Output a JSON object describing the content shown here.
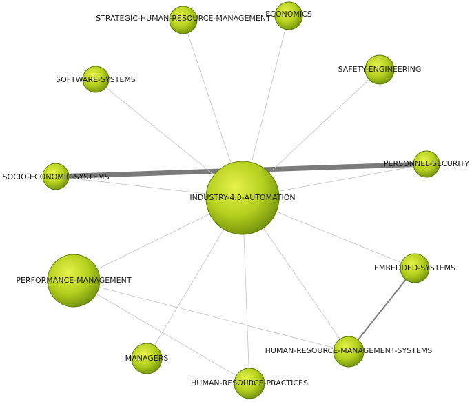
{
  "colors": {
    "node_fill_light": "#e6f24a",
    "node_fill_mid": "#b5d01e",
    "node_fill_dark": "#6f8e0c",
    "node_stroke": "#5d7a0a",
    "edge_color": "#7a7a7a",
    "edge_thin_color": "#c8c8c8"
  },
  "nodes": [
    {
      "id": "industry",
      "label": "INDUSTRY-4.0-AUTOMATION"
    },
    {
      "id": "strategic",
      "label": "STRATEGIC-HUMAN-RESOURCE-MANAGEMENT"
    },
    {
      "id": "economics",
      "label": "ECONOMICS"
    },
    {
      "id": "software",
      "label": "SOFTWARE-SYSTEMS"
    },
    {
      "id": "safety",
      "label": "SAFETY-ENGINEERING"
    },
    {
      "id": "socio",
      "label": "SOCIO-ECONOMIC-SYSTEMS"
    },
    {
      "id": "personnel",
      "label": "PERSONNEL-SECURITY"
    },
    {
      "id": "performance",
      "label": "PERFORMANCE-MANAGEMENT"
    },
    {
      "id": "embedded",
      "label": "EMBEDDED-SYSTEMS"
    },
    {
      "id": "hrms",
      "label": "HUMAN-RESOURCE-MANAGEMENT-SYSTEMS"
    },
    {
      "id": "managers",
      "label": "MANAGERS"
    },
    {
      "id": "hrp",
      "label": "HUMAN-RESOURCE-PRACTICES"
    }
  ],
  "edges": [
    {
      "source": "socio",
      "target": "personnel",
      "weight": 5
    },
    {
      "source": "embedded",
      "target": "hrms",
      "weight": 2
    },
    {
      "source": "industry",
      "target": "strategic",
      "weight": 1
    },
    {
      "source": "industry",
      "target": "economics",
      "weight": 1
    },
    {
      "source": "industry",
      "target": "software",
      "weight": 1
    },
    {
      "source": "industry",
      "target": "safety",
      "weight": 1
    },
    {
      "source": "industry",
      "target": "socio",
      "weight": 1
    },
    {
      "source": "industry",
      "target": "personnel",
      "weight": 1
    },
    {
      "source": "industry",
      "target": "performance",
      "weight": 1
    },
    {
      "source": "industry",
      "target": "embedded",
      "weight": 1
    },
    {
      "source": "industry",
      "target": "hrms",
      "weight": 1
    },
    {
      "source": "industry",
      "target": "managers",
      "weight": 1
    },
    {
      "source": "industry",
      "target": "hrp",
      "weight": 1
    },
    {
      "source": "performance",
      "target": "hrms",
      "weight": 1
    },
    {
      "source": "performance",
      "target": "hrp",
      "weight": 1
    }
  ]
}
